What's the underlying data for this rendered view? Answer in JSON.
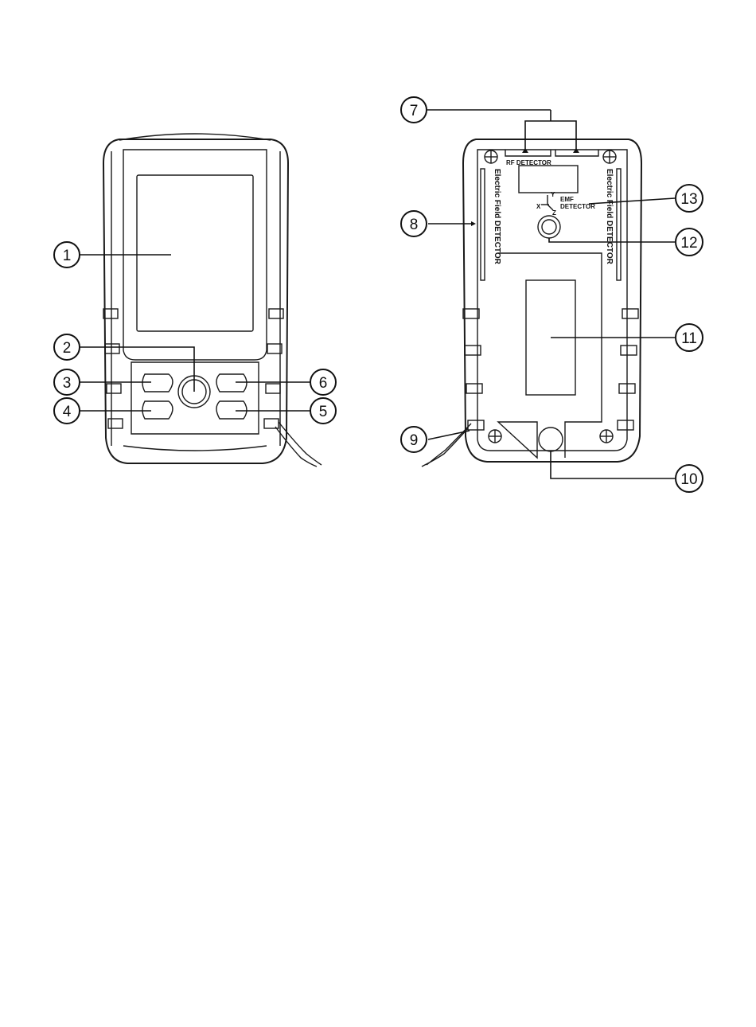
{
  "callouts": {
    "c1": "1",
    "c2": "2",
    "c3": "3",
    "c4": "4",
    "c5": "5",
    "c6": "6",
    "c7": "7",
    "c8": "8",
    "c9": "9",
    "c10": "10",
    "c11": "11",
    "c12": "12",
    "c13": "13"
  },
  "back_labels": {
    "rf_detector": "RF DETECTOR",
    "electric_left": "Electric Field DETECTOR",
    "electric_right": "Electric Field DETECTOR",
    "emf_line1": "EMF",
    "emf_line2": "DETECTOR",
    "axis_x": "X",
    "axis_y": "Y",
    "axis_z": "Z"
  },
  "colors": {
    "line": "#1a1a1a",
    "background": "#ffffff"
  }
}
